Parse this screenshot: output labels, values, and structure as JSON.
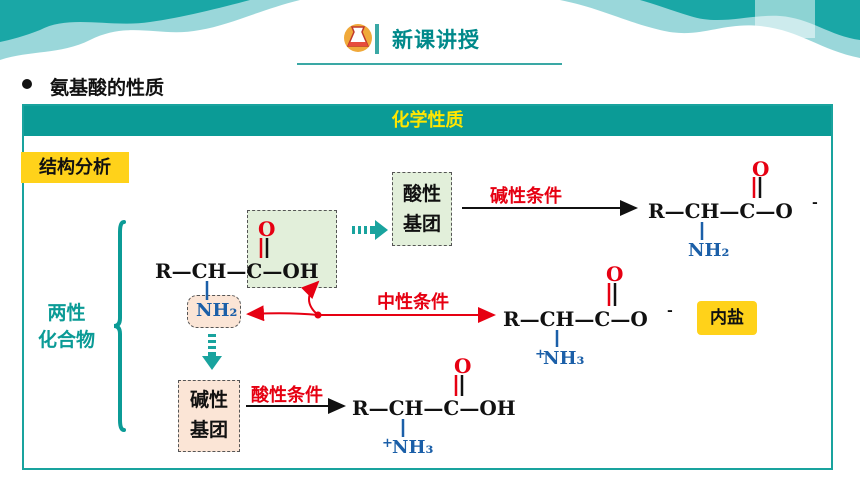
{
  "header": {
    "title": "新课讲授"
  },
  "section": {
    "title": "氨基酸的性质"
  },
  "banner": {
    "title": "化学性质"
  },
  "tag": {
    "label": "结构分析"
  },
  "left_label": {
    "line1": "两性",
    "line2": "化合物"
  },
  "acid_group": {
    "line1": "酸性",
    "line2": "基团"
  },
  "base_group": {
    "line1": "碱性",
    "line2": "基团"
  },
  "conditions": {
    "basic": "碱性条件",
    "neutral": "中性条件",
    "acidic": "酸性条件"
  },
  "inner_salt": "内盐",
  "molecule": {
    "chain": "R—CH—C—OH",
    "oxygen": "O",
    "amine": "NH₂"
  },
  "basic_product": {
    "chain": "R—CH—C—O",
    "oxygen": "O",
    "amine": "NH₂",
    "charge": "-"
  },
  "neutral_product": {
    "chain": "R—CH—C—O",
    "oxygen": "O",
    "amine": "NH₃",
    "plus": "+",
    "charge": "-"
  },
  "acidic_product": {
    "chain": "R—CH—C—OH",
    "oxygen": "O",
    "amine": "NH₃",
    "plus": "+"
  },
  "colors": {
    "teal": "#0b9b96",
    "yellow": "#ffd21a",
    "red": "#e60012",
    "blue": "#1b5fa8"
  }
}
